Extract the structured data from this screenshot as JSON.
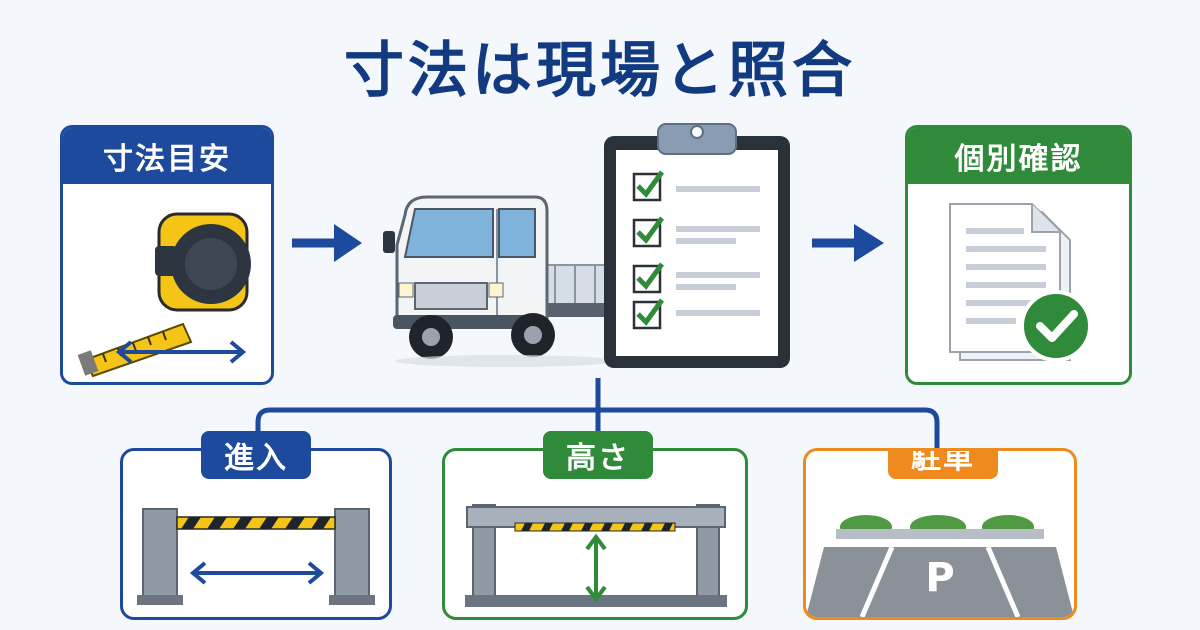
{
  "title": "寸法は現場と照合",
  "cards": {
    "dimension_guide": "寸法目安",
    "individual_check": "個別確認",
    "entry": "進入",
    "height": "高さ",
    "parking": "駐車"
  },
  "parking_sign": "P",
  "colors": {
    "navy": "#123a80",
    "blue": "#1d4a9c",
    "green": "#2f8a3a",
    "orange": "#ee8a1e",
    "background": "#f4f7fb"
  },
  "icons": [
    "tape-measure-icon",
    "truck-icon",
    "clipboard-checklist-icon",
    "document-check-icon",
    "gate-barrier-icon",
    "height-barrier-icon",
    "parking-lot-icon"
  ]
}
